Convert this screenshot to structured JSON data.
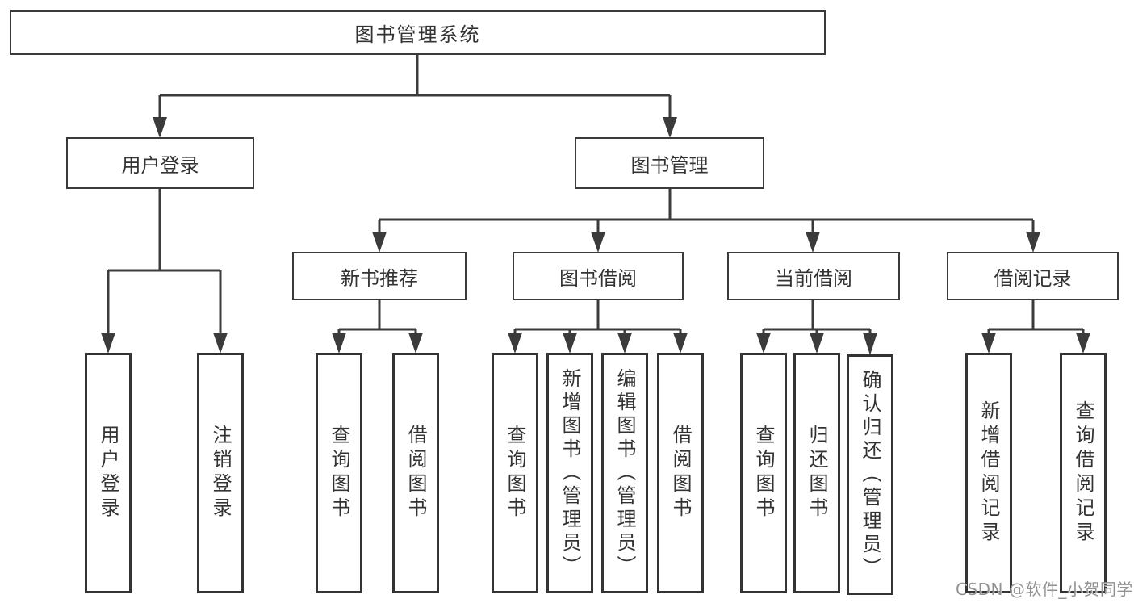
{
  "diagram": {
    "type": "hierarchy-tree",
    "tree": {
      "root": {
        "label": "图书管理系统"
      },
      "level2": [
        {
          "label": "用户登录"
        },
        {
          "label": "图书管理"
        }
      ],
      "level3": [
        {
          "label": "新书推荐",
          "parent": "图书管理"
        },
        {
          "label": "图书借阅",
          "parent": "图书管理"
        },
        {
          "label": "当前借阅",
          "parent": "图书管理"
        },
        {
          "label": "借阅记录",
          "parent": "图书管理"
        }
      ],
      "leaves": [
        {
          "label": "用户登录",
          "parent": "用户登录"
        },
        {
          "label": "注销登录",
          "parent": "用户登录"
        },
        {
          "label": "查询图书",
          "parent": "新书推荐"
        },
        {
          "label": "借阅图书",
          "parent": "新书推荐"
        },
        {
          "label": "查询图书",
          "parent": "图书借阅"
        },
        {
          "label": "新增图书（管理员）",
          "parent": "图书借阅"
        },
        {
          "label": "编辑图书（管理员）",
          "parent": "图书借阅"
        },
        {
          "label": "借阅图书",
          "parent": "图书借阅"
        },
        {
          "label": "查询图书",
          "parent": "当前借阅"
        },
        {
          "label": "归还图书",
          "parent": "当前借阅"
        },
        {
          "label": "确认归还（管理员）",
          "parent": "当前借阅"
        },
        {
          "label": "新增借阅记录",
          "parent": "借阅记录"
        },
        {
          "label": "查询借阅记录",
          "parent": "借阅记录"
        }
      ]
    },
    "colors": {
      "line": "#3b3b3b",
      "text": "#333333",
      "background": "#ffffff",
      "watermark": "#929292"
    }
  },
  "watermark": {
    "text": "CSDN @软件_小贺同学"
  }
}
